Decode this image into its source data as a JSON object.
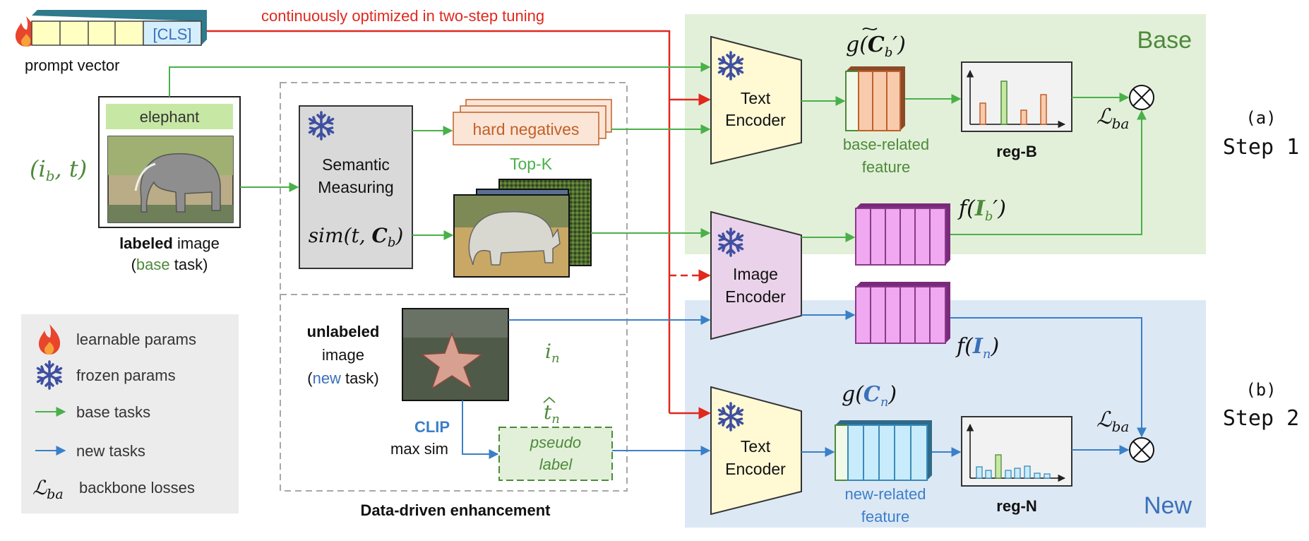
{
  "colors": {
    "base_bg": "#e2f0d9",
    "new_bg": "#dde8f5",
    "green": "#4ab04a",
    "blue": "#3a80c8",
    "red": "#e0281e",
    "text_green": "#4d8a3a",
    "text_blue": "#3a70b8",
    "text_orange": "#c0602a",
    "frozen_icon": "#3f4fa0",
    "encoder_yellow": "#fff9d4",
    "encoder_pink": "#ead3ea"
  },
  "top_annotation": "continuously optimized in two-step tuning",
  "prompt": {
    "cls_label": "[CLS]",
    "caption": "prompt vector",
    "icon": "fire-icon"
  },
  "labeled": {
    "pair": "(i_b, t)",
    "class_label": "elephant",
    "caption_bold": "labeled",
    "caption_rest": " image",
    "task_open": "(",
    "task_word": "base",
    "task_close": " task)",
    "image": "elephant-photo"
  },
  "semantic": {
    "title_line1": "Semantic",
    "title_line2": "Measuring",
    "formula": "sim(t, C_b)",
    "icon": "snowflake-icon"
  },
  "hard_negatives": {
    "label": "hard negatives",
    "topk": "Top-K",
    "image": "rhino-photo-stack"
  },
  "unlabeled": {
    "caption_bold": "unlabeled",
    "line2": "image",
    "task_open": "(",
    "task_word": "new",
    "task_close": " task)",
    "symbol": "i_n",
    "pseudo_symbol": "t̂_n",
    "image": "starfish-photo"
  },
  "clip": {
    "line1": "CLIP",
    "line2": "max sim"
  },
  "pseudo_label": {
    "line1": "pseudo",
    "line2": "label"
  },
  "enhancement_title": "Data-driven enhancement",
  "text_encoder_top": {
    "line1": "Text",
    "line2": "Encoder"
  },
  "image_encoder": {
    "line1": "Image",
    "line2": "Encoder"
  },
  "text_encoder_bottom": {
    "line1": "Text",
    "line2": "Encoder"
  },
  "base_region": {
    "title": "Base",
    "feature_symbol": "g(C̃_b′)",
    "feature_caption1": "base-related",
    "feature_caption2": "feature",
    "reg": "reg-B",
    "image_feature": "f(I_b′)",
    "loss": "ℒ_ba"
  },
  "new_region": {
    "title": "New",
    "feature_symbol": "g(C_n)",
    "feature_caption1": "new-related",
    "feature_caption2": "feature",
    "reg": "reg-N",
    "image_feature": "f(I_n)",
    "loss": "ℒ_ba"
  },
  "steps": {
    "a_label": "(a)",
    "a_step": "Step 1",
    "b_label": "(b)",
    "b_step": "Step 2"
  },
  "legend": [
    {
      "icon": "fire-icon",
      "label": "learnable params"
    },
    {
      "icon": "snowflake-icon",
      "label": "frozen params"
    },
    {
      "icon": "green-arrow-icon",
      "label": "base tasks"
    },
    {
      "icon": "blue-arrow-icon",
      "label": "new tasks"
    },
    {
      "icon": "loss-symbol",
      "symbol": "ℒ",
      "sub": "ba",
      "label": "backbone losses"
    }
  ]
}
